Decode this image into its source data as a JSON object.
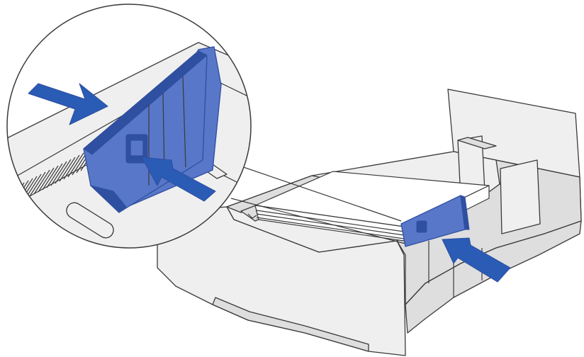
{
  "figure": {
    "subject": "paper-tray-length-guide-adjustment",
    "background_color": "#ffffff",
    "colors": {
      "line": "#3a3a3a",
      "tray_fill": "#efefef",
      "tray_shade": "#dedede",
      "paper_fill": "#ffffff",
      "guide_blue": "#5877c8",
      "guide_blue_dark": "#2f4fa0",
      "arrow_blue": "#2a5bb5"
    },
    "icons": {
      "arrow": "arrow-right-icon"
    },
    "callouts": [
      {
        "name": "zoom-arrow-press-top"
      },
      {
        "name": "zoom-arrow-press-tab"
      },
      {
        "name": "tray-arrow-press-tab"
      }
    ]
  }
}
